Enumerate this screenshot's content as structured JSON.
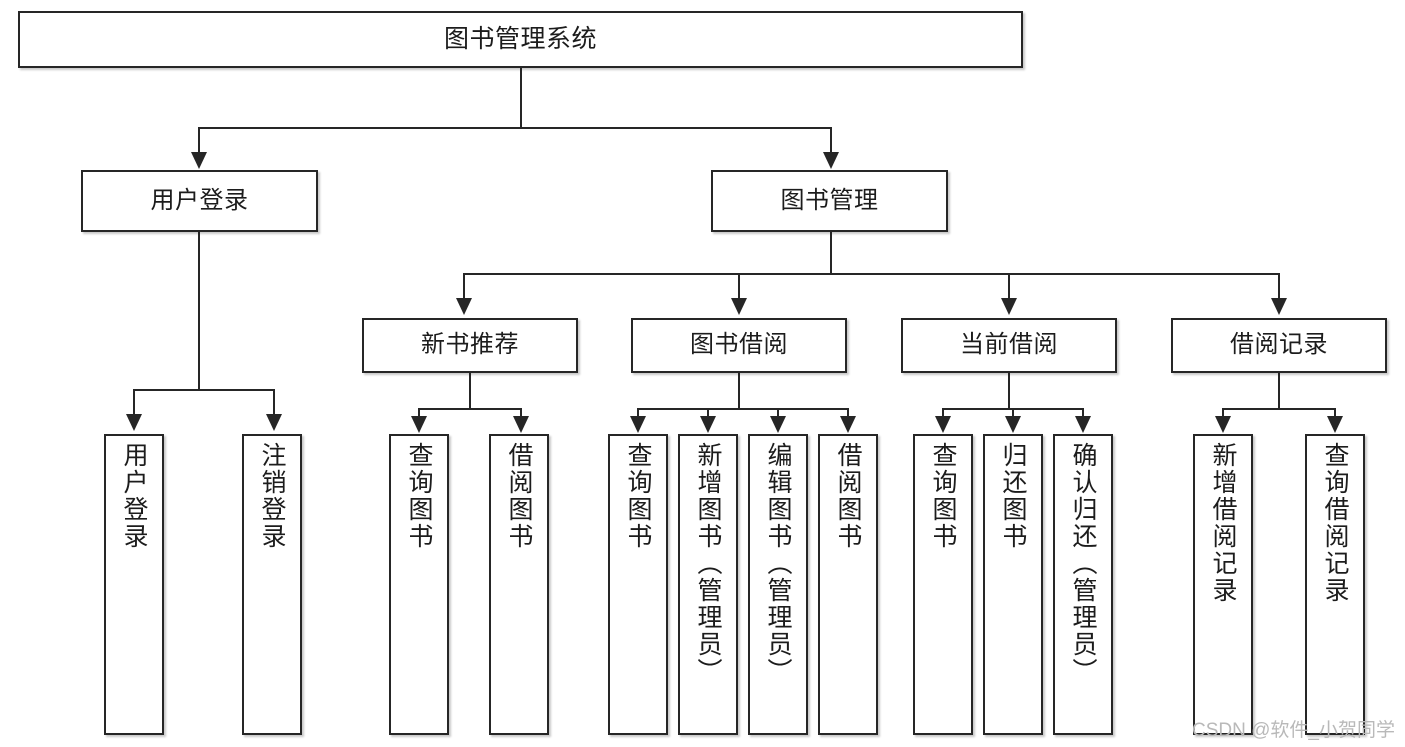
{
  "diagram": {
    "title": "图书管理系统",
    "type": "tree-hierarchy",
    "watermark": "CSDN @软件_小贺同学",
    "colors": {
      "box_border": "#262626",
      "box_fill": "#ffffff",
      "connector": "#262626",
      "text": "#1c1c1c",
      "watermark": "#b9b9b9",
      "background": "#ffffff"
    },
    "root": {
      "label": "图书管理系统"
    },
    "level2": [
      {
        "label": "用户登录"
      },
      {
        "label": "图书管理"
      }
    ],
    "level3": [
      {
        "label": "新书推荐"
      },
      {
        "label": "图书借阅"
      },
      {
        "label": "当前借阅"
      },
      {
        "label": "借阅记录"
      }
    ],
    "leaves": {
      "user_login": [
        {
          "label": "用户登录"
        },
        {
          "label": "注销登录"
        }
      ],
      "new_book_recommend": [
        {
          "label": "查询图书"
        },
        {
          "label": "借阅图书"
        }
      ],
      "book_borrow": [
        {
          "label": "查询图书"
        },
        {
          "label": "新增图书（管理员）"
        },
        {
          "label": "编辑图书（管理员）"
        },
        {
          "label": "借阅图书"
        }
      ],
      "current_borrow": [
        {
          "label": "查询图书"
        },
        {
          "label": "归还图书"
        },
        {
          "label": "确认归还（管理员）"
        }
      ],
      "borrow_record": [
        {
          "label": "新增借阅记录"
        },
        {
          "label": "查询借阅记录"
        }
      ]
    }
  }
}
